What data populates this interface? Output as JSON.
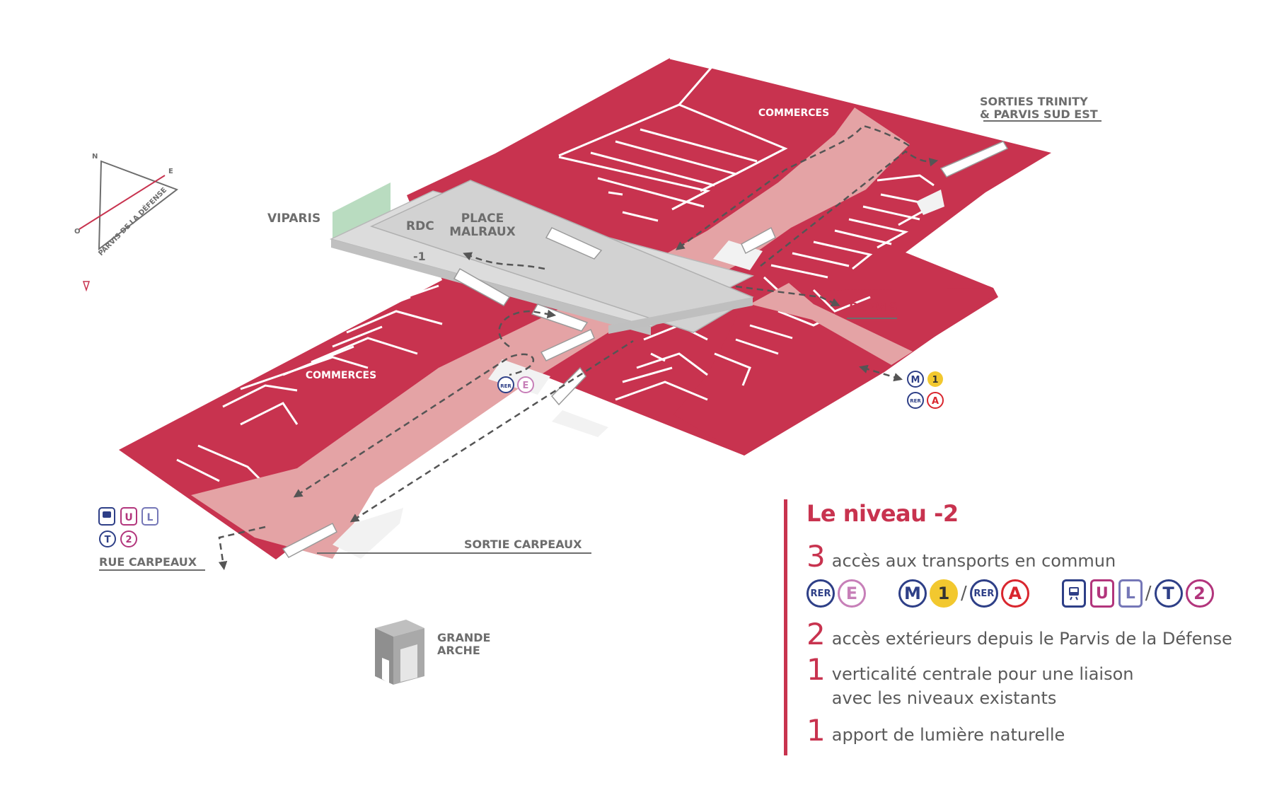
{
  "labels": {
    "commerces_top": "COMMERCES",
    "commerces_left": "COMMERCES",
    "sorties_trinity_1": "SORTIES TRINITY",
    "sorties_trinity_2": "& PARVIS SUD EST",
    "viparis": "VIPARIS",
    "rdc": "RDC",
    "place_malraux_1": "PLACE",
    "place_malraux_2": "MALRAUX",
    "level_minus1": "-1",
    "level_minus2": "-2",
    "parvis": "PARVIS",
    "sortie_carpeaux": "SORTIE CARPEAUX",
    "rue_carpeaux": "RUE CARPEAUX",
    "grande_arche_1": "GRANDE",
    "grande_arche_2": "ARCHE",
    "compass_n": "N",
    "compass_e": "E",
    "compass_o": "O",
    "compass_caption": "PARVIS DE LA DÉFENSE"
  },
  "transport_badges": {
    "rer": "RER",
    "e": "E",
    "m": "M",
    "one": "1",
    "a": "A",
    "u": "U",
    "l": "L",
    "t": "T",
    "two": "2"
  },
  "legend": {
    "title": "Le niveau -2",
    "row1_num": "3",
    "row1_text": "accès aux transports en commun",
    "row2_num": "2",
    "row2_text": "accès extérieurs depuis le Parvis de la Défense",
    "row3_num": "1",
    "row3_text_1": "verticalité centrale pour une liaison",
    "row3_text_2": "avec les niveaux existants",
    "row4_num": "1",
    "row4_text": "apport de lumière naturelle",
    "slash": "/"
  },
  "colors": {
    "shop": "#c8334f",
    "corridor": "#e4a3a5",
    "slab": "#cfcfcf",
    "viparis": "#b9dcc0",
    "rer_blue": "#2e3f87",
    "rer_e": "#c77fb8",
    "metro_yellow": "#f2c82f",
    "rer_a": "#d9262e",
    "tram_purple": "#b2357c",
    "line_l": "#7577b7",
    "gray_text": "#6d6d6d"
  }
}
